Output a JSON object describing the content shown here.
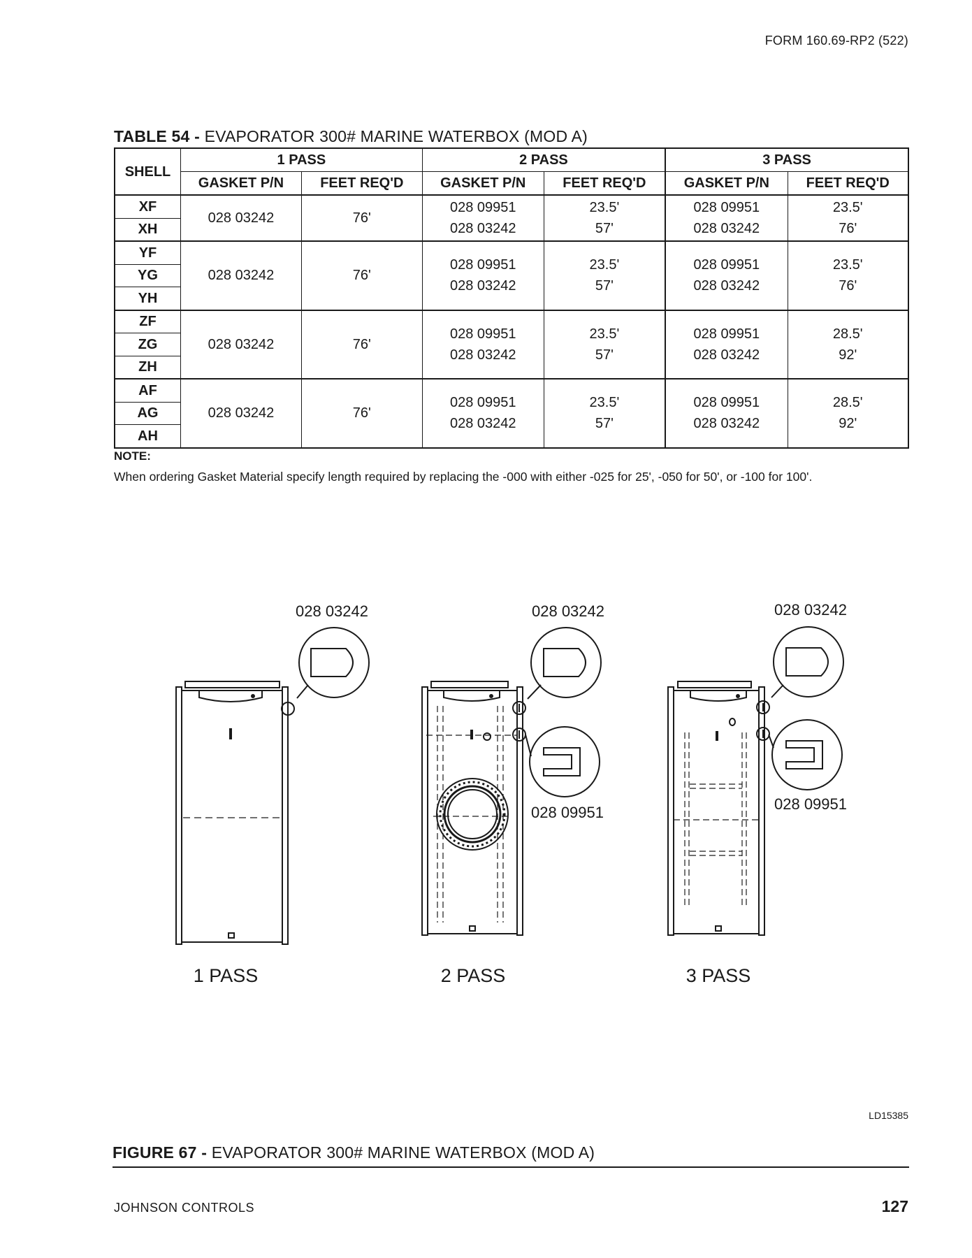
{
  "header": {
    "form": "FORM 160.69-RP2 (522)"
  },
  "table": {
    "title_bold": "TABLE 54 -",
    "title": " EVAPORATOR 300# MARINE WATERBOX (MOD A)",
    "shell_header": "SHELL",
    "pass_headers": [
      "1 PASS",
      "2 PASS",
      "3 PASS"
    ],
    "sub_headers": [
      "GASKET P/N",
      "FEET REQ'D",
      "GASKET P/N",
      "FEET REQ'D",
      "GASKET P/N",
      "FEET REQ'D"
    ],
    "groups": [
      {
        "shells": [
          "XF",
          "XH"
        ],
        "p1_gasket": "028  03242",
        "p1_feet": "76'",
        "p2_gasket": [
          "028 09951",
          "028 03242"
        ],
        "p2_feet": [
          "23.5'",
          "57'"
        ],
        "p3_gasket": [
          "028 09951",
          "028 03242"
        ],
        "p3_feet": [
          "23.5'",
          "76'"
        ]
      },
      {
        "shells": [
          "YF",
          "YG",
          "YH"
        ],
        "p1_gasket": "028  03242",
        "p1_feet": "76'",
        "p2_gasket": [
          "028 09951",
          "028 03242"
        ],
        "p2_feet": [
          "23.5'",
          "57'"
        ],
        "p3_gasket": [
          "028 09951",
          "028 03242"
        ],
        "p3_feet": [
          "23.5'",
          "76'"
        ]
      },
      {
        "shells": [
          "ZF",
          "ZG",
          "ZH"
        ],
        "p1_gasket": "028  03242",
        "p1_feet": "76'",
        "p2_gasket": [
          "028 09951",
          "028 03242"
        ],
        "p2_feet": [
          "23.5'",
          "57'"
        ],
        "p3_gasket": [
          "028 09951",
          "028 03242"
        ],
        "p3_feet": [
          "28.5'",
          "92'"
        ]
      },
      {
        "shells": [
          "AF",
          "AG",
          "AH"
        ],
        "p1_gasket": "028  03242",
        "p1_feet": "76'",
        "p2_gasket": [
          "028 09951",
          "028 03242"
        ],
        "p2_feet": [
          "23.5'",
          "57'"
        ],
        "p3_gasket": [
          "028 09951",
          "028 03242"
        ],
        "p3_feet": [
          "28.5'",
          "92'"
        ]
      }
    ]
  },
  "note": {
    "heading": "NOTE:",
    "text": "When ordering Gasket Material specify length required by replacing the -000 with either -025 for 25', -050 for 50', or -100 for 100'."
  },
  "figure": {
    "pn_main": "028 03242",
    "pn_secondary": "028 09951",
    "callout_marker": "I",
    "pass_labels": [
      "1 PASS",
      "2 PASS",
      "3 PASS"
    ],
    "ld_ref": "LD15385",
    "title_bold": "FIGURE 67 -",
    "title": " EVAPORATOR 300# MARINE WATERBOX (MOD A)"
  },
  "footer": {
    "company": "JOHNSON CONTROLS",
    "page": "127"
  }
}
